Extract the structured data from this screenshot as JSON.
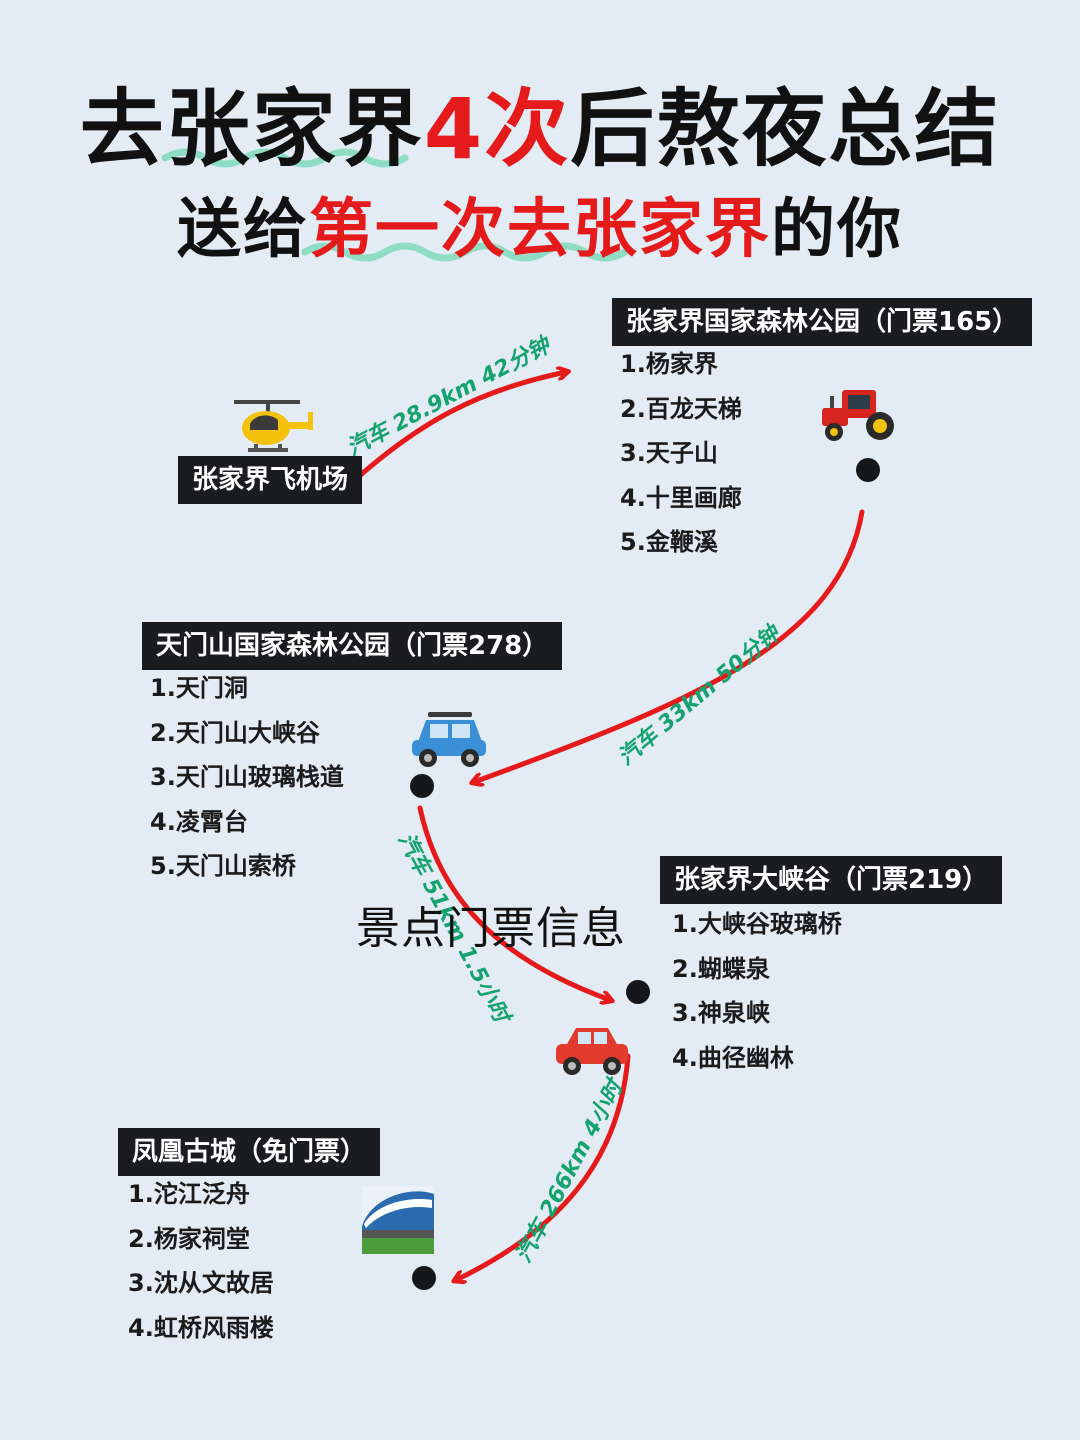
{
  "title": {
    "line1_pre": "去张家界",
    "line1_red": "4次",
    "line1_post": "后熬夜总结",
    "line2_pre": "送给",
    "line2_red": "第一次去张家界",
    "line2_post": "的你"
  },
  "center_label": "景点门票信息",
  "airport": {
    "label": "张家界飞机场"
  },
  "spots": [
    {
      "title": "张家界国家森林公园（门票165）",
      "items": [
        "1.杨家界",
        "2.百龙天梯",
        "3.天子山",
        "4.十里画廊",
        "5.金鞭溪"
      ]
    },
    {
      "title": "天门山国家森林公园（门票278）",
      "items": [
        "1.天门洞",
        "2.天门山大峡谷",
        "3.天门山玻璃栈道",
        "4.凌霄台",
        "5.天门山索桥"
      ]
    },
    {
      "title": "张家界大峡谷（门票219）",
      "items": [
        "1.大峡谷玻璃桥",
        "2.蝴蝶泉",
        "3.神泉峡",
        "4.曲径幽林"
      ]
    },
    {
      "title": "凤凰古城（免门票）",
      "items": [
        "1.沱江泛舟",
        "2.杨家祠堂",
        "3.沈从文故居",
        "4.虹桥风雨楼"
      ]
    }
  ],
  "routes": [
    {
      "note": "汽车 28.9km 42分钟"
    },
    {
      "note": "汽车 33km 50分钟"
    },
    {
      "note": "汽车 51km 1.5小时"
    },
    {
      "note": "汽车 266km 4小时"
    }
  ],
  "icons": [
    "helicopter-icon",
    "tractor-icon",
    "jeep-icon",
    "car-icon",
    "train-icon"
  ],
  "colors": {
    "background": "#e3ebf5",
    "accent_red": "#e51b1b",
    "note_green": "#14a36e",
    "tag_bg": "#1a1c20",
    "wave": "#8fdcc4"
  }
}
